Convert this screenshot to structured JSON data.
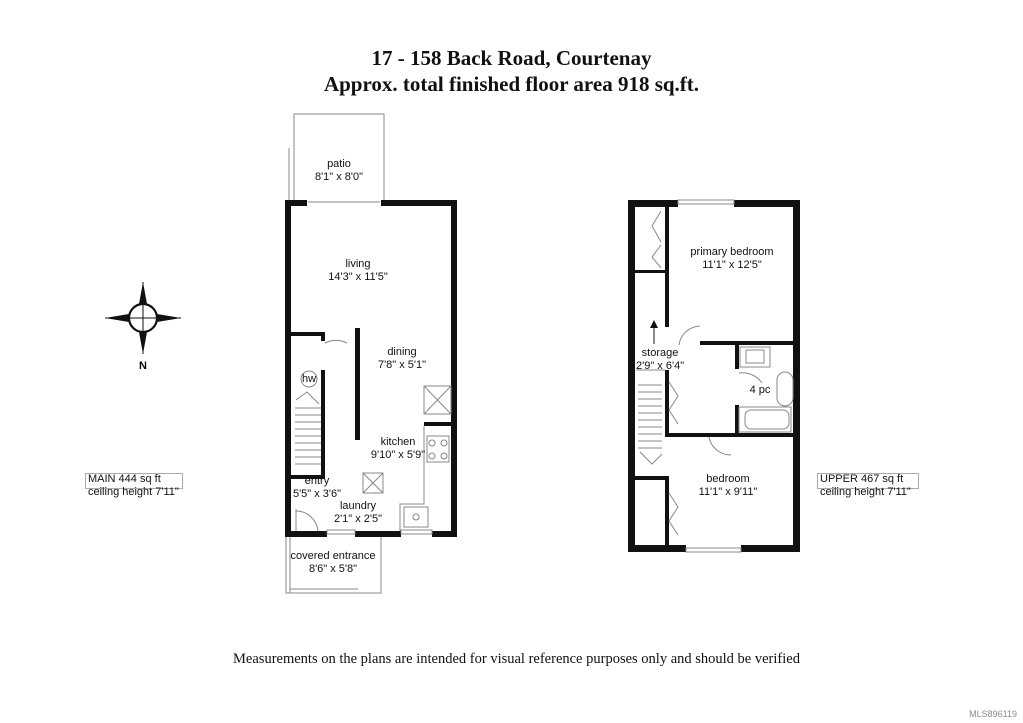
{
  "title": {
    "line1": "17 - 158 Back Road, Courtenay",
    "line2": "Approx. total finished floor area 918 sq.ft."
  },
  "compass": {
    "north_label": "N",
    "icon": "compass-icon"
  },
  "main_floor": {
    "label": "MAIN  444 sq ft",
    "ceiling": "ceiling height 7'11\"",
    "rooms": {
      "patio": {
        "name": "patio",
        "dims": "8'1\" x 8'0\""
      },
      "living": {
        "name": "living",
        "dims": "14'3\" x 11'5\""
      },
      "dining": {
        "name": "dining",
        "dims": "7'8\" x 5'1\""
      },
      "kitchen": {
        "name": "kitchen",
        "dims": "9'10\" x 5'9\""
      },
      "hw": {
        "name": "hw"
      },
      "entry": {
        "name": "entry",
        "dims": "5'5\" x 3'6\""
      },
      "laundry": {
        "name": "laundry",
        "dims": "2'1\" x 2'5\""
      },
      "covered_entrance": {
        "name": "covered entrance",
        "dims": "8'6\" x 5'8\""
      }
    }
  },
  "upper_floor": {
    "label": "UPPER  467 sq ft",
    "ceiling": "ceiling height 7'11\"",
    "rooms": {
      "primary_bedroom": {
        "name": "primary bedroom",
        "dims": "11'1\" x 12'5\""
      },
      "storage": {
        "name": "storage",
        "dims": "2'9\" x 6'4\""
      },
      "bath": {
        "name": "4 pc"
      },
      "bedroom": {
        "name": "bedroom",
        "dims": "11'1\" x 9'11\""
      }
    }
  },
  "disclaimer": "Measurements on the plans are intended for visual reference purposes only and should be verified",
  "listing_id": "MLS896119",
  "colors": {
    "wall": "#111111",
    "thin_line": "#888888",
    "background": "#ffffff"
  }
}
